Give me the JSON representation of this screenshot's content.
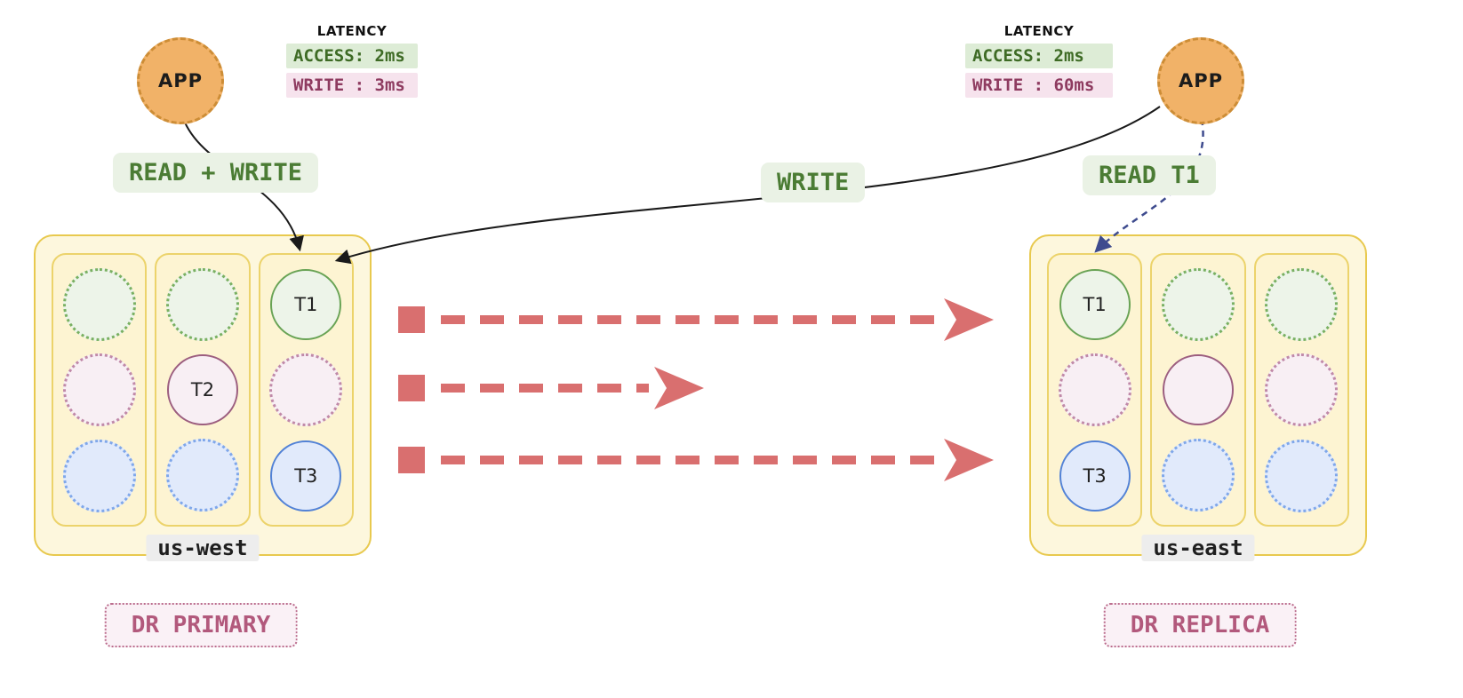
{
  "left": {
    "app_label": "APP",
    "latency": {
      "title": "LATENCY",
      "access": "ACCESS: 2ms",
      "write": "WRITE : 3ms"
    },
    "action_label": "READ + WRITE",
    "region": {
      "name": "us-west",
      "badge": "DR PRIMARY",
      "columns": [
        [
          {
            "color": "green",
            "style": "dotted",
            "label": ""
          },
          {
            "color": "pink",
            "style": "dotted",
            "label": ""
          },
          {
            "color": "blue",
            "style": "dotted",
            "label": ""
          }
        ],
        [
          {
            "color": "green",
            "style": "dotted",
            "label": ""
          },
          {
            "color": "pink",
            "style": "solid",
            "label": "T2"
          },
          {
            "color": "blue",
            "style": "dotted",
            "label": ""
          }
        ],
        [
          {
            "color": "green",
            "style": "solid",
            "label": "T1"
          },
          {
            "color": "pink",
            "style": "dotted",
            "label": ""
          },
          {
            "color": "blue",
            "style": "solid",
            "label": "T3"
          }
        ]
      ]
    }
  },
  "middle": {
    "write_label": "WRITE"
  },
  "right": {
    "app_label": "APP",
    "latency": {
      "title": "LATENCY",
      "access": "ACCESS: 2ms",
      "write": "WRITE : 60ms"
    },
    "action_label": "READ T1",
    "region": {
      "name": "us-east",
      "badge": "DR REPLICA",
      "columns": [
        [
          {
            "color": "green",
            "style": "solid",
            "label": "T1"
          },
          {
            "color": "pink",
            "style": "dotted",
            "label": ""
          },
          {
            "color": "blue",
            "style": "solid",
            "label": "T3"
          }
        ],
        [
          {
            "color": "green",
            "style": "dotted",
            "label": ""
          },
          {
            "color": "pink",
            "style": "solid",
            "label": ""
          },
          {
            "color": "blue",
            "style": "dotted",
            "label": ""
          }
        ],
        [
          {
            "color": "green",
            "style": "dotted",
            "label": ""
          },
          {
            "color": "pink",
            "style": "dotted",
            "label": ""
          },
          {
            "color": "blue",
            "style": "dotted",
            "label": ""
          }
        ]
      ]
    }
  },
  "colors": {
    "replication_red": "#d96f6f",
    "app_orange": "#f1b268",
    "app_border_orange": "#cd8d36",
    "region_yellow_fill": "#fdf7dd",
    "region_yellow_border": "#e8c94e",
    "shard_green": "#69a355",
    "shard_pink": "#9c5e7f",
    "shard_blue": "#5282d6",
    "action_green_text": "#4b7c34",
    "action_green_bg": "#eaf2e5",
    "latency_access_bg": "#ddecd6",
    "latency_write_bg": "#f6e3ed",
    "dr_badge_pink": "#b2597c",
    "read_dash_navy": "#3e4b8e",
    "arrow_black": "#1a1a1a"
  }
}
